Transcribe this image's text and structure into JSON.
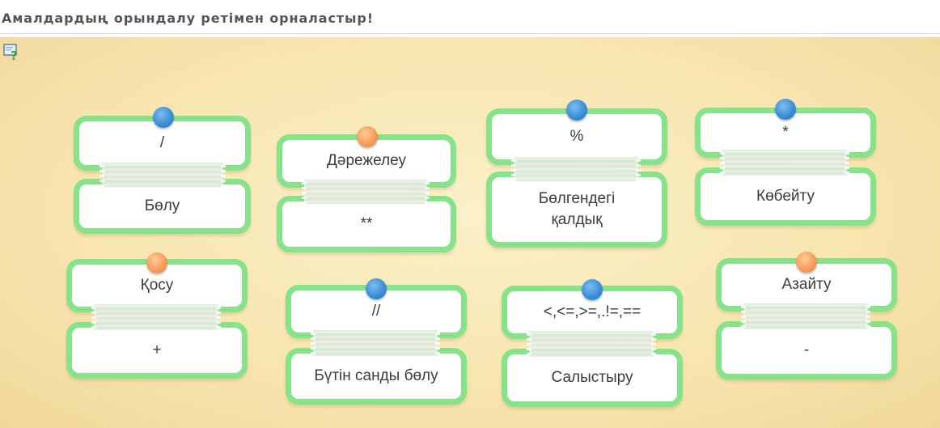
{
  "header": {
    "title": "Амалдардың орындалу ретімен орналастыр!"
  },
  "toolbar": {
    "help_icon": "help-question-icon"
  },
  "pin_colors": {
    "blue": "#3c8fd6",
    "orange": "#f79c5d"
  },
  "pairs": [
    {
      "top": "/",
      "bottom": "Бөлу",
      "pin": "blue"
    },
    {
      "top": "Дәрежелеу",
      "bottom": "**",
      "pin": "orange"
    },
    {
      "top": "%",
      "bottom": "Бөлгендегі қалдық",
      "pin": "blue"
    },
    {
      "top": "*",
      "bottom": "Көбейту",
      "pin": "blue"
    },
    {
      "top": "Қосу",
      "bottom": "+",
      "pin": "orange"
    },
    {
      "top": "//",
      "bottom": "Бүтін санды бөлу",
      "pin": "blue"
    },
    {
      "top": "<,<=,>=,.!=,==",
      "bottom": "Салыстыру",
      "pin": "blue"
    },
    {
      "top": "Азайту",
      "bottom": "-",
      "pin": "orange"
    }
  ]
}
